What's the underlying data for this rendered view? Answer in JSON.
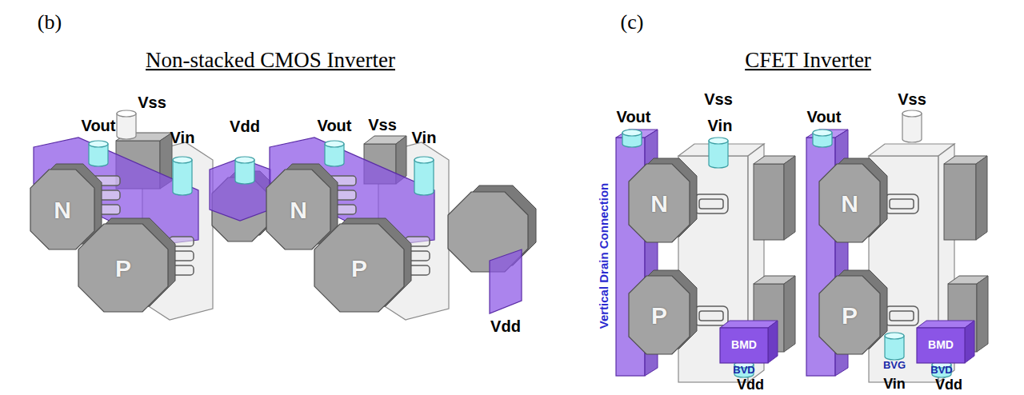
{
  "diagram": {
    "nodes": [
      {
        "text": [
          "N"
        ]
      },
      {
        "text": [
          "P"
        ]
      },
      {
        "text": [
          "N"
        ]
      },
      {
        "text": [
          "P"
        ]
      },
      {
        "text": [
          "N"
        ]
      },
      {
        "text": [
          "P"
        ]
      },
      {
        "text": [
          "BMD"
        ]
      },
      {
        "text": [
          "N"
        ]
      },
      {
        "text": [
          "P"
        ]
      },
      {
        "text": [
          "BMD"
        ]
      }
    ],
    "labels": [
      "(b)",
      "Non-stacked CMOS Inverter",
      "(c)",
      "CFET Inverter",
      "Vout",
      "Vss",
      "Vin",
      "Vdd",
      "Vout",
      "Vss",
      "Vin",
      "Vdd",
      "Vout",
      "Vss",
      "Vin",
      "Vertical Drain Connection",
      "BVD",
      "Vdd",
      "Vout",
      "Vss",
      "BVG",
      "Vin",
      "BVD",
      "Vdd"
    ]
  }
}
